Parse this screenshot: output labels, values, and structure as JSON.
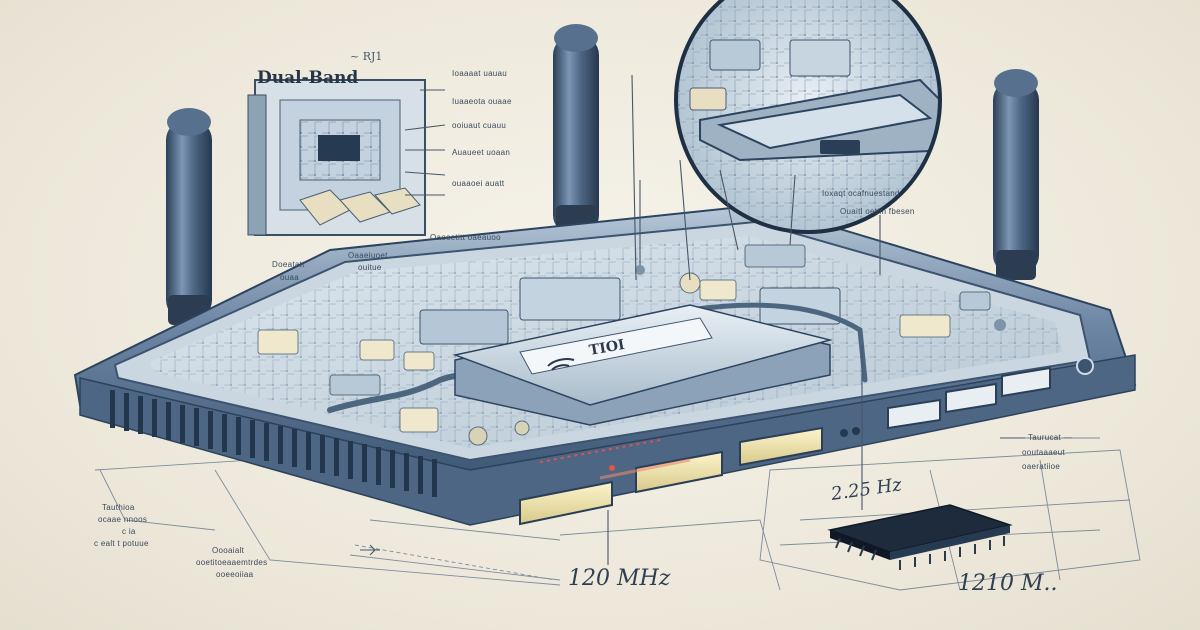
{
  "title": "Dual-Band",
  "title_suffix": "~ RJ1",
  "label_texts": {
    "board_callout_1": "Ioxaqt ocafnuestand",
    "board_callout_2": "Ouaitl oetim fbesen",
    "right_callout_1": "Taurucat —",
    "right_callout_2": "ooutaaaeut",
    "right_callout_3": "oaeratiioe",
    "left_callout_1": "Tauthioa",
    "left_callout_2": "ocaae nnoos",
    "left_callout_3": "c ia",
    "left_callout_4": "c ealt t potuue",
    "left_callout_5": "Oooaialt",
    "left_callout_6": "ooetitoeaaemtrdes",
    "left_callout_7": "ooeeoiiaa",
    "inset_label_1": "Doeatatt",
    "inset_label_2": "ouaa",
    "inset_label_3": "Oaaeiuoet",
    "inset_label_4": "ouitue",
    "inset_label_5": "Oaooetitt oaeauoo",
    "inset_side_1": "Ioaaaat uauau",
    "inset_side_2": "Iuaaeota ouaae",
    "inset_side_3": "ooiuaut cuauu",
    "inset_side_4": "Auaueet uoaan",
    "inset_side_5": "ouaaoei auatt",
    "freq_left": "120 MHz",
    "freq_right": "1210 M..",
    "freq_chip": "2.25 Hz",
    "sticker": "TIOI"
  },
  "colors": {
    "router_body": "#5f7896",
    "router_edge": "#3c5470",
    "board": "#cfdbe3",
    "accent": "#d9534f"
  },
  "icons": [
    "antenna-icon",
    "wifi-icon",
    "ethernet-port-icon",
    "chip-icon",
    "magnifier-icon",
    "power-led-icon"
  ]
}
